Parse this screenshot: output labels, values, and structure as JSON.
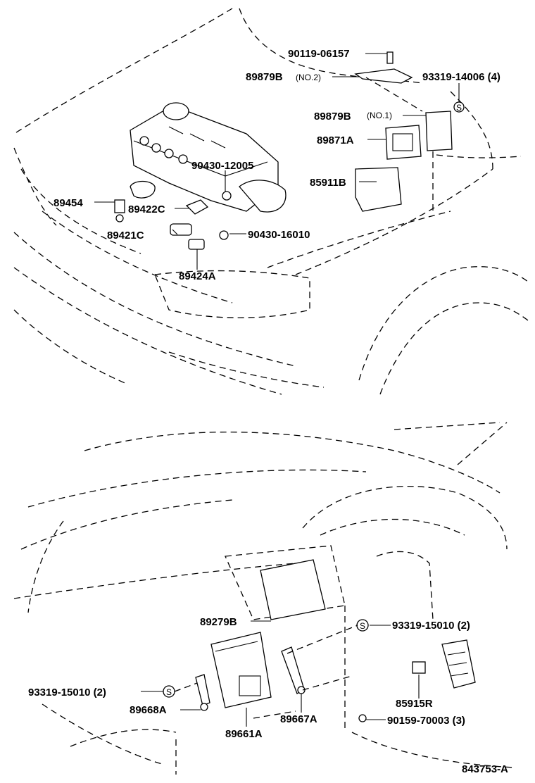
{
  "diagram": {
    "labels": {
      "p90119_06157": "90119-06157",
      "p89879B_no2": "89879B",
      "no2": "(NO.2)",
      "p93319_14006": "93319-14006 (4)",
      "p89879B_no1": "89879B",
      "no1": "(NO.1)",
      "p89871A": "89871A",
      "p90430_12005": "90430-12005",
      "p85911B": "85911B",
      "p89454": "89454",
      "p89422C": "89422C",
      "p89421C": "89421C",
      "p90430_16010": "90430-16010",
      "p89424A": "89424A",
      "p89279B": "89279B",
      "p93319_15010_r": "93319-15010 (2)",
      "p93319_15010_l": "93319-15010 (2)",
      "p89668A": "89668A",
      "p89667A": "89667A",
      "p85915R": "85915R",
      "p89661A": "89661A",
      "p90159_70003": "90159-70003 (3)",
      "drawing_no": "843753-A",
      "s_symbol": "S"
    }
  }
}
